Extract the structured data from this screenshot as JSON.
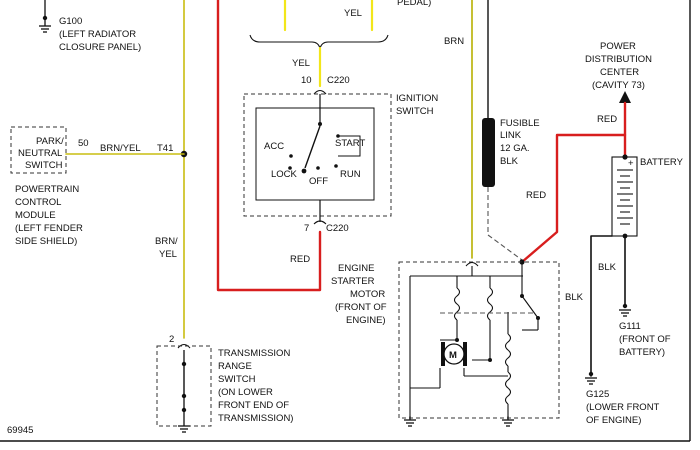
{
  "colors": {
    "yellow": "#f2e61a",
    "yellow_olive": "#b8b000",
    "red": "#d81e1e",
    "black": "#111111",
    "dashed": "#555555",
    "bg": "#ffffff"
  },
  "labels": {
    "pedal": "PEDAL)",
    "g100_a": "G100",
    "g100_b": "(LEFT RADIATOR",
    "g100_c": "CLOSURE PANEL)",
    "yel_top": "YEL",
    "brn_top": "BRN",
    "pdc_a": "POWER",
    "pdc_b": "DISTRIBUTION",
    "pdc_c": "CENTER",
    "pdc_d": "(CAVITY 73)",
    "yel_mid": "YEL",
    "pin10": "10",
    "c220_top": "C220",
    "ign_a": "IGNITION",
    "ign_b": "SWITCH",
    "acc": "ACC",
    "start": "START",
    "lock": "LOCK",
    "off": "OFF",
    "run": "RUN",
    "pin7": "7",
    "c220_bot": "C220",
    "red_ign": "RED",
    "pnsw_a": "PARK/",
    "pnsw_b": "NEUTRAL",
    "pnsw_c": "SWITCH",
    "pin50": "50",
    "brn_yel_h": "BRN/YEL",
    "t41": "T41",
    "pcm_a": "POWERTRAIN",
    "pcm_b": "CONTROL",
    "pcm_c": "MODULE",
    "pcm_d": "(LEFT FENDER",
    "pcm_e": "SIDE SHIELD)",
    "brn_yel_v1": "BRN/",
    "brn_yel_v2": "YEL",
    "fl_a": "FUSIBLE",
    "fl_b": "LINK",
    "fl_c": "12 GA.",
    "fl_d": "BLK",
    "red_pdc": "RED",
    "battery": "BATTERY",
    "red_starter": "RED",
    "starter_a": "ENGINE",
    "starter_b": "STARTER",
    "starter_c": "MOTOR",
    "starter_d": "(FRONT OF",
    "starter_e": "ENGINE)",
    "blk_bat": "BLK",
    "blk_g125": "BLK",
    "g111_a": "G111",
    "g111_b": "(FRONT OF",
    "g111_c": "BATTERY)",
    "g125_a": "G125",
    "g125_b": "(LOWER FRONT",
    "g125_c": "OF ENGINE)",
    "pin2": "2",
    "trs_a": "TRANSMISSION",
    "trs_b": "RANGE",
    "trs_c": "SWITCH",
    "trs_d": "(ON LOWER",
    "trs_e": "FRONT END OF",
    "trs_f": "TRANSMISSION)",
    "fig_id": "69945",
    "motor_m": "M",
    "plus": "+"
  }
}
